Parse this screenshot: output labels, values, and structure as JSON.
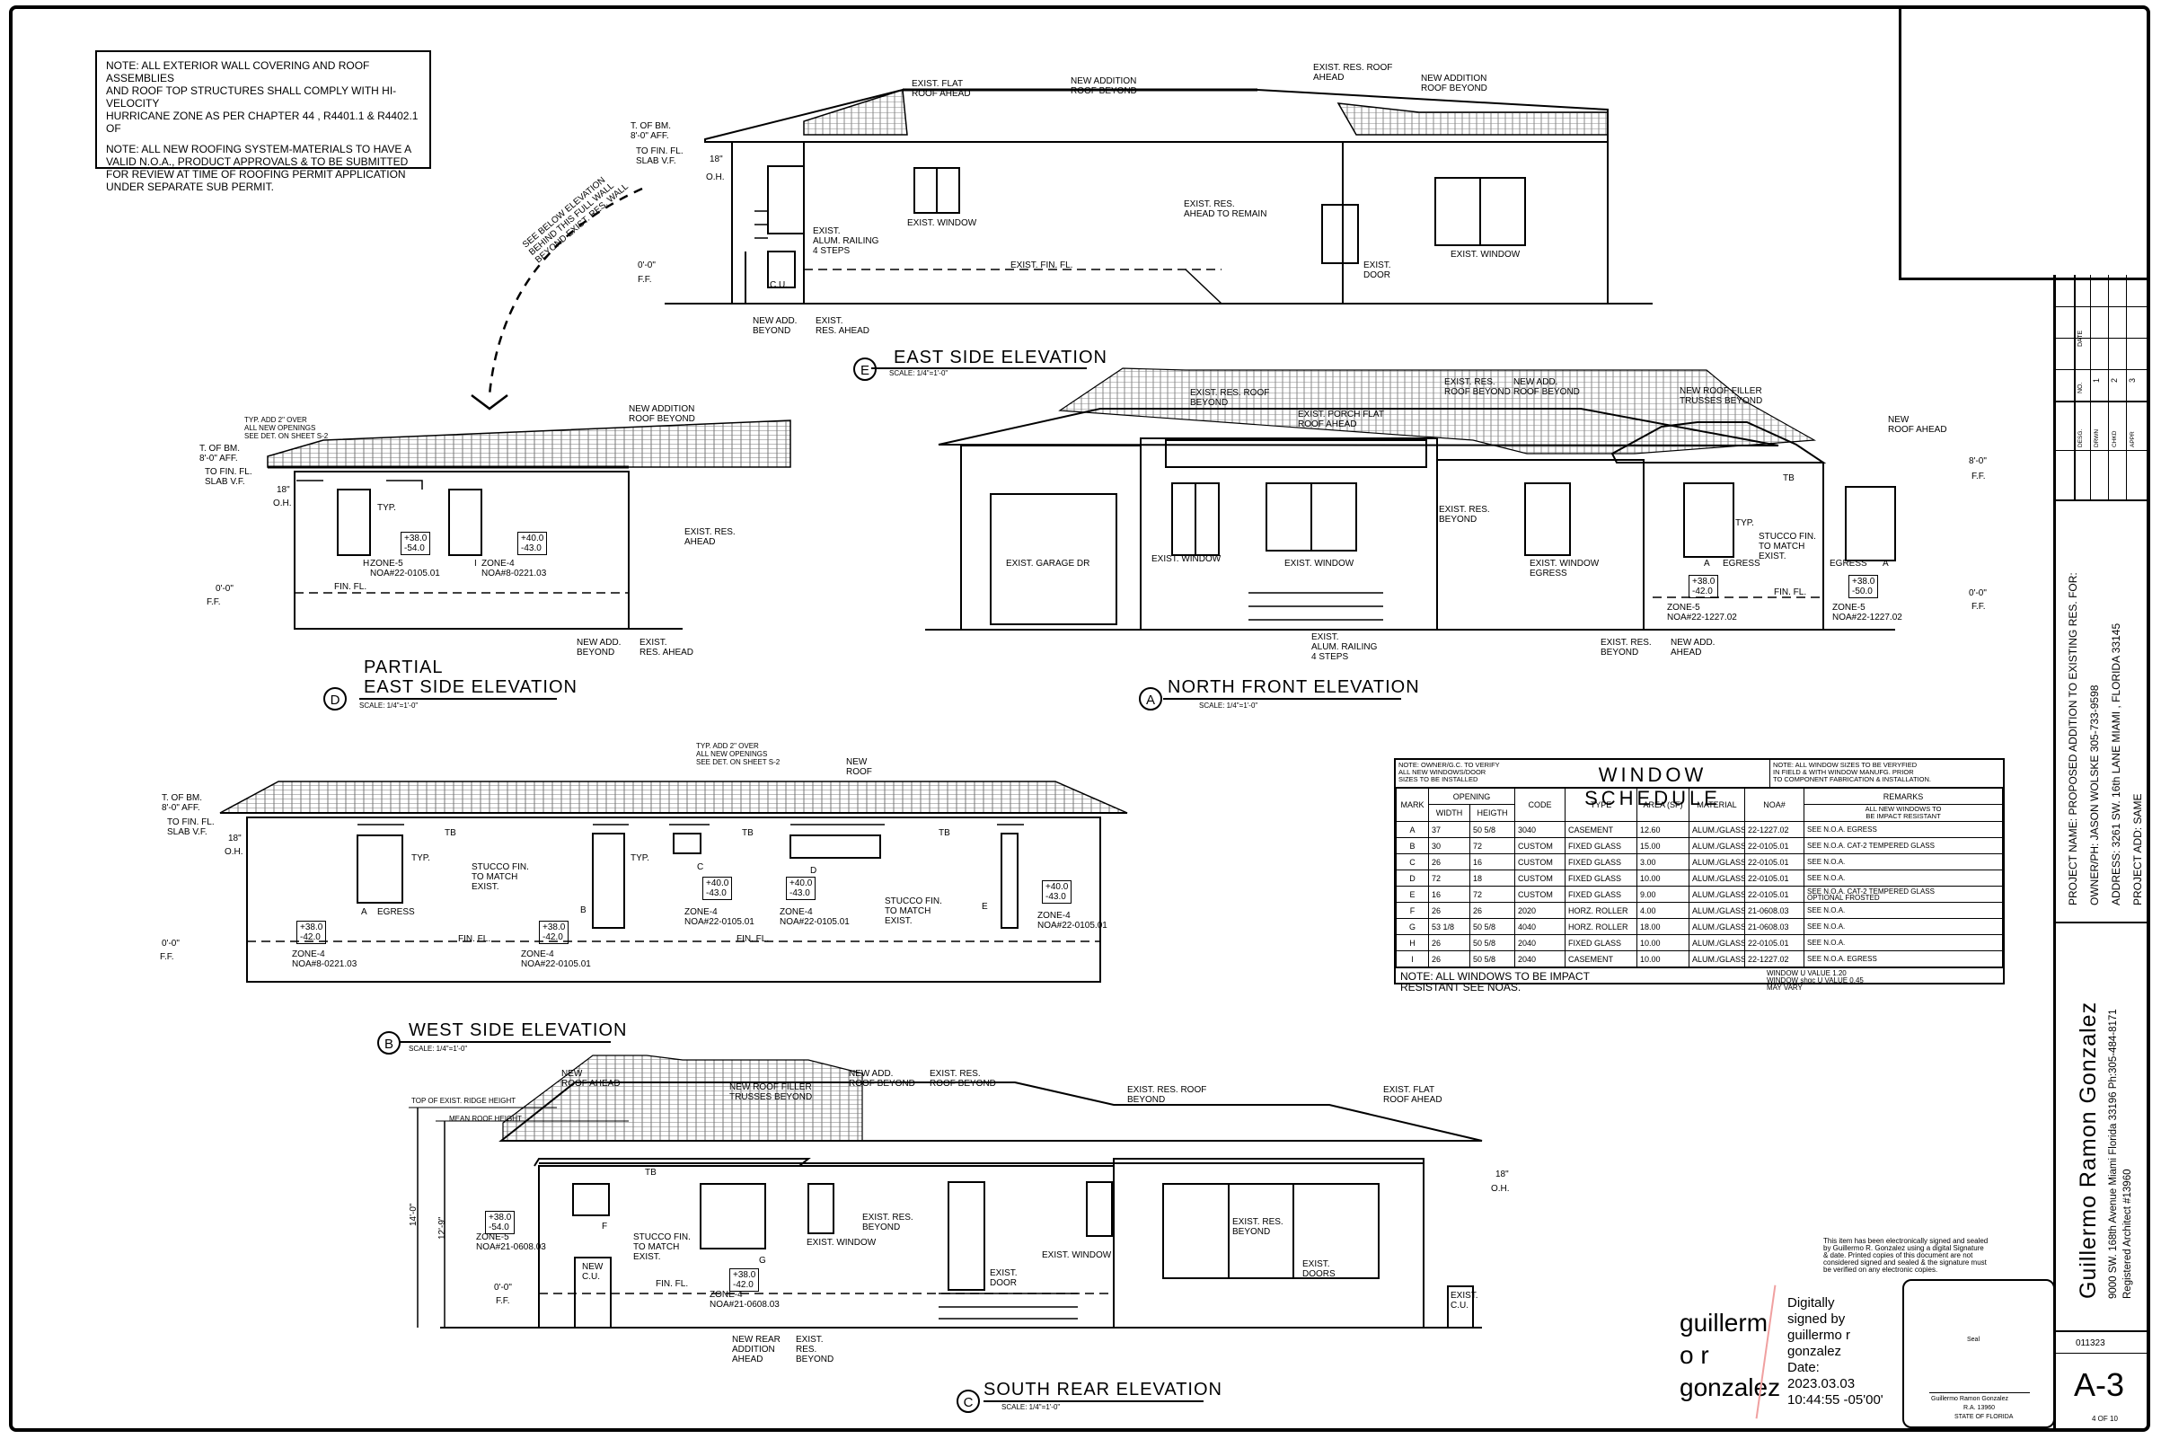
{
  "notes": [
    "NOTE: ALL EXTERIOR WALL COVERING AND ROOF ASSEMBLIES\nAND ROOF TOP STRUCTURES SHALL COMPLY WITH HI-VELOCITY\nHURRICANE ZONE AS PER CHAPTER 44 , R4401.1 & R4402.1 OF",
    "NOTE: ALL NEW ROOFING SYSTEM-MATERIALS TO HAVE A\nVALID N.O.A., PRODUCT APPROVALS & TO BE SUBMITTED\nFOR REVIEW AT TIME OF ROOFING PERMIT APPLICATION\nUNDER SEPARATE SUB PERMIT."
  ],
  "elevations": {
    "east": {
      "mark": "E",
      "title": "EAST SIDE ELEVATION",
      "scale": "SCALE: 1/4\"=1'-0\"",
      "labels": [
        "EXIST. FLAT\nROOF AHEAD",
        "NEW ADDITION\nROOF BEYOND",
        "EXIST. RES. ROOF\nAHEAD",
        "NEW ADDITION\nROOF BEYOND",
        "T. OF BM.\n8'-0\" AFF.",
        "TO FIN. FL.\nSLAB V.F.",
        "18\"",
        "O.H.",
        "EXIST.\nALUM. RAILING\n4 STEPS",
        "EXIST. WINDOW",
        "EXIST. RES.\nAHEAD TO REMAIN",
        "EXIST.\nDOOR",
        "EXIST. WINDOW",
        "EXIST. FIN. FL.",
        "0'-0\"",
        "F.F.",
        "C.U.",
        "NEW ADD.\nBEYOND",
        "EXIST.\nRES. AHEAD",
        "SEE BELOW ELEVATION\nBEHIND THIS FULL WALL\nBEYOND EXIST. RES. WALL"
      ]
    },
    "partial_east": {
      "mark": "D",
      "title_line1": "PARTIAL",
      "title_line2": "EAST SIDE ELEVATION",
      "scale": "SCALE: 1/4\"=1'-0\"",
      "labels": [
        "TYP. ADD 2\" OVER\nALL NEW OPENINGS\nSEE DET. ON SHEET S-2",
        "NEW ADDITION\nROOF BEYOND",
        "T. OF BM.\n8'-0\" AFF.",
        "TO FIN. FL.\nSLAB V.F.",
        "18\"",
        "O.H.",
        "TYP.",
        "+38.0\n-54.0",
        "+40.0\n-43.0",
        "ZONE-5\nNOA#22-0105.01",
        "ZONE-4\nNOA#8-0221.03",
        "H",
        "I",
        "EXIST. RES.\nAHEAD",
        "FIN. FL.",
        "0'-0\"",
        "F.F.",
        "NEW ADD.\nBEYOND",
        "EXIST.\nRES. AHEAD"
      ]
    },
    "north": {
      "mark": "A",
      "title": "NORTH FRONT ELEVATION",
      "scale": "SCALE: 1/4\"=1'-0\"",
      "labels": [
        "EXIST. RES. ROOF\nBEYOND",
        "EXIST. RES.\nROOF BEYOND",
        "NEW ADD.\nROOF BEYOND",
        "NEW ROOF FILLER\nTRUSSES BEYOND",
        "EXIST. PORCH FLAT\nROOF AHEAD",
        "NEW\nROOF AHEAD",
        "8'-0\"",
        "F.F.",
        "TB",
        "EXIST. GARAGE DR",
        "EXIST. WINDOW",
        "EXIST. WINDOW",
        "EXIST. RES.\nBEYOND",
        "EXIST. WINDOW\nEGRESS",
        "TYP.",
        "STUCCO FIN.\nTO MATCH\nEXIST.",
        "EGRESS",
        "EGRESS",
        "+38.0\n-42.0",
        "+38.0\n-50.0",
        "ZONE-5\nNOA#22-1227.02",
        "ZONE-5\nNOA#22-1227.02",
        "FIN. FL.",
        "EXIST.\nALUM. RAILING\n4 STEPS",
        "EXIST. RES.\nBEYOND",
        "NEW ADD.\nAHEAD",
        "A",
        "A",
        "0'-0\"",
        "F.F."
      ]
    },
    "west": {
      "mark": "B",
      "title": "WEST SIDE ELEVATION",
      "scale": "SCALE: 1/4\"=1'-0\"",
      "labels": [
        "TYP. ADD 2\" OVER\nALL NEW OPENINGS\nSEE DET. ON SHEET S-2",
        "NEW\nROOF",
        "T. OF BM.\n8'-0\" AFF.",
        "TO FIN. FL.\nSLAB V.F.",
        "18\"",
        "O.H.",
        "TB",
        "TB",
        "TB",
        "TYP.",
        "TYP.",
        "STUCCO FIN.\nTO MATCH\nEXIST.",
        "STUCCO FIN.\nTO MATCH\nEXIST.",
        "+40.0\n-43.0",
        "+40.0\n-43.0",
        "+40.0\n-43.0",
        "+38.0\n-42.0",
        "+38.0\n-42.0",
        "ZONE-4\nNOA#22-0105.01",
        "ZONE-4\nNOA#22-0105.01",
        "ZONE-4\nNOA#22-0105.01",
        "ZONE-4\nNOA#8-0221.03",
        "ZONE-4\nNOA#22-0105.01",
        "EGRESS",
        "FIN. FL.",
        "FIN. FL.",
        "0'-0\"",
        "F.F.",
        "A",
        "B",
        "C",
        "D",
        "E"
      ]
    },
    "south": {
      "mark": "C",
      "title": "SOUTH REAR ELEVATION",
      "scale": "SCALE: 1/4\"=1'-0\"",
      "labels": [
        "NEW\nROOF AHEAD",
        "NEW ROOF FILLER\nTRUSSES BEYOND",
        "NEW ADD.\nROOF BEYOND",
        "EXIST. RES.\nROOF BEYOND",
        "EXIST. RES. ROOF\nBEYOND",
        "EXIST. FLAT\nROOF AHEAD",
        "TOP OF EXIST. RIDGE HEIGHT",
        "MEAN ROOF HEIGHT",
        "14'-0\"",
        "12'-9\"",
        "TB",
        "18\"",
        "O.H.",
        "+38.0\n-54.0",
        "ZONE-5\nNOA#21-0608.03",
        "F",
        "STUCCO FIN.\nTO MATCH\nEXIST.",
        "+38.0\n-42.0",
        "ZONE-4\nNOA#21-0608.03",
        "G",
        "EXIST. WINDOW",
        "EXIST. RES.\nBEYOND",
        "EXIST.\nDOOR",
        "EXIST. WINDOW",
        "EXIST. RES.\nBEYOND",
        "EXIST.\nDOORS",
        "NEW\nC.U.",
        "FIN. FL.",
        "EXIST.\nC.U.",
        "0'-0\"",
        "F.F.",
        "NEW REAR\nADDITION\nAHEAD",
        "EXIST.\nRES.\nBEYOND"
      ]
    }
  },
  "window_schedule": {
    "title": "WINDOW SCHEDULE",
    "note_left": "NOTE: OWNER/G.C. TO VERIFY\nALL NEW WINDOWS/DOOR\nSIZES TO BE INSTALLED",
    "note_right": "NOTE: ALL WINDOW SIZES TO BE VERYFIED\nIN FIELD & WITH WINDOW MANUFG. PRIOR\nTO COMPONENT FABRICATION & INSTALLATION.",
    "headers": {
      "mark": "MARK",
      "opening": "OPENING",
      "width": "WIDTH",
      "height": "HEIGTH",
      "code": "CODE",
      "type": "TYPE",
      "area": "AREA (SF)",
      "material": "MATERIAL",
      "noa": "NOA#",
      "remarks": "REMARKS",
      "remarks_sub": "ALL NEW WINDOWS TO\nBE IMPACT RESISTANT"
    },
    "rows": [
      [
        "A",
        "37",
        "50 5/8",
        "3040",
        "CASEMENT",
        "12.60",
        "ALUM./GLASS",
        "22-1227.02",
        "SEE N.O.A. EGRESS"
      ],
      [
        "B",
        "30",
        "72",
        "CUSTOM",
        "FIXED GLASS",
        "15.00",
        "ALUM./GLASS",
        "22-0105.01",
        "SEE N.O.A. CAT-2 TEMPERED GLASS"
      ],
      [
        "C",
        "26",
        "16",
        "CUSTOM",
        "FIXED GLASS",
        "3.00",
        "ALUM./GLASS",
        "22-0105.01",
        "SEE N.O.A."
      ],
      [
        "D",
        "72",
        "18",
        "CUSTOM",
        "FIXED GLASS",
        "10.00",
        "ALUM./GLASS",
        "22-0105.01",
        "SEE N.O.A."
      ],
      [
        "E",
        "16",
        "72",
        "CUSTOM",
        "FIXED GLASS",
        "9.00",
        "ALUM./GLASS",
        "22-0105.01",
        "SEE N.O.A. CAT-2 TEMPERED GLASS\nOPTIONAL FROSTED"
      ],
      [
        "F",
        "26",
        "26",
        "2020",
        "HORZ. ROLLER",
        "4.00",
        "ALUM./GLASS",
        "21-0608.03",
        "SEE N.O.A."
      ],
      [
        "G",
        "53 1/8",
        "50 5/8",
        "4040",
        "HORZ. ROLLER",
        "18.00",
        "ALUM./GLASS",
        "21-0608.03",
        "SEE N.O.A."
      ],
      [
        "H",
        "26",
        "50 5/8",
        "2040",
        "FIXED GLASS",
        "10.00",
        "ALUM./GLASS",
        "22-0105.01",
        "SEE N.O.A."
      ],
      [
        "I",
        "26",
        "50 5/8",
        "2040",
        "CASEMENT",
        "10.00",
        "ALUM./GLASS",
        "22-1227.02",
        "SEE N.O.A. EGRESS"
      ]
    ],
    "footer_note": "NOTE: ALL WINDOWS TO BE IMPACT\nRESISTANT SEE NOAS.",
    "footer_right": "WINDOW U VALUE 1.20\nWINDOW shgc U VALUE 0.45\nMAY VARY"
  },
  "title_block": {
    "revision_headers": [
      "NO.",
      "DATE"
    ],
    "revision_marks": [
      "1",
      "2",
      "3"
    ],
    "design_headers": [
      "DESG.",
      "DRWN",
      "CHKD",
      "APPR"
    ],
    "project_name": "PROJECT NAME:  PROPOSED ADDITION TO EXISTING RES. FOR:",
    "owner": "OWNER/PH:  JASON WOLSKE        305-733-9598",
    "address": "ADDRESS:   3261 SW. 16th LANE MIAMI , FLORIDA 33145",
    "project_add": "PROJECT ADD:  SAME",
    "architect_name": "Guillermo  Ramon  Gonzalez",
    "architect_address": "9000 SW. 168th Avenue Miami Florida 33196  Ph:305-484-8171",
    "architect_reg": "Registered  Architect #13960",
    "job_no": "011323",
    "sheet": "A-3",
    "sheet_of": "4 OF 10",
    "seal_label": "Seal",
    "seal_name": "Guillermo  Ramon  Gonzalez",
    "seal_ra": "R.A.  13960",
    "seal_state": "STATE OF FLORIDA"
  },
  "signature": {
    "name": "guillerm\no r\ngonzalez",
    "digital": "Digitally\nsigned by\nguillermo r\ngonzalez\nDate:\n2023.03.03\n10:44:55 -05'00'",
    "disclaimer": "This item has been electronically signed and sealed\nby Guillermo R. Gonzalez using a digital Signature\n& date. Printed copies of this document are not\nconsidered signed and sealed & the signature must\nbe verified on any electronic copies."
  }
}
